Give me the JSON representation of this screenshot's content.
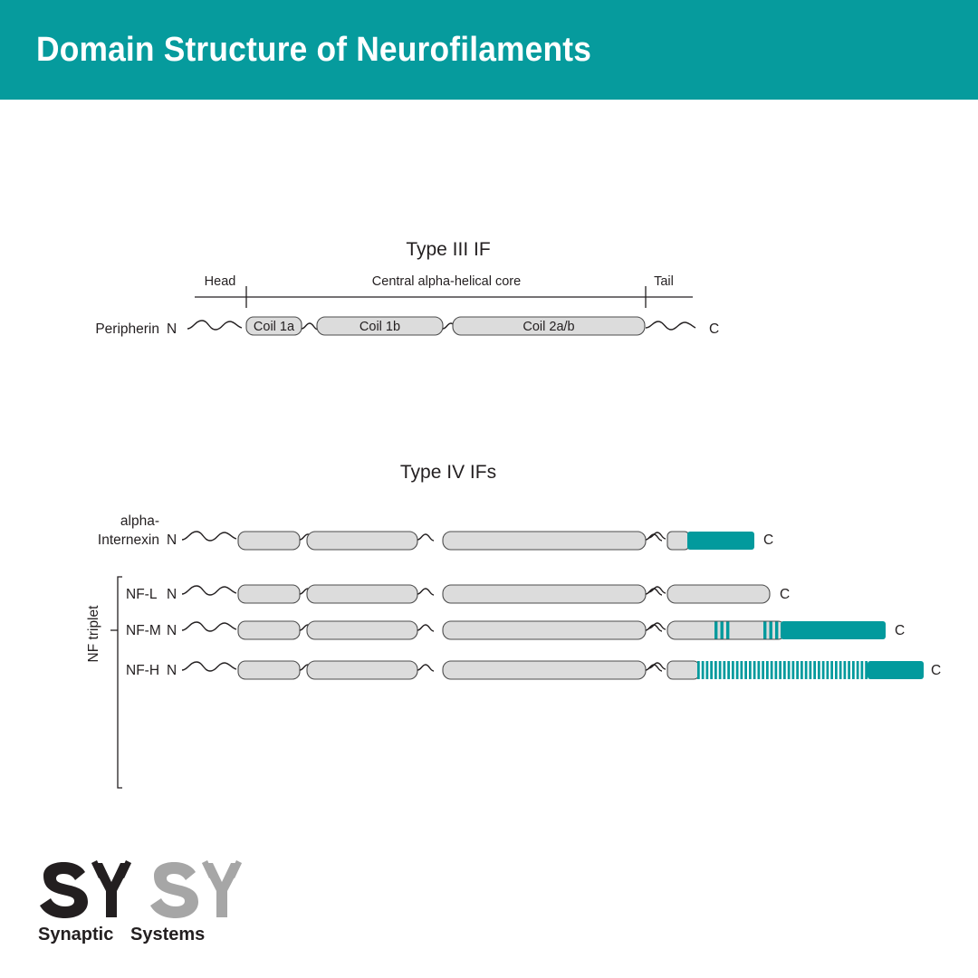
{
  "header": {
    "title": "Domain Structure of Neurofilaments",
    "background_color": "#069b9d",
    "text_color": "#ffffff"
  },
  "colors": {
    "teal": "#029a9d",
    "coil_fill": "#dcdcdc",
    "coil_stroke": "#4d4d4d",
    "ink": "#231f20",
    "logo_gray": "#a6a6a6"
  },
  "sections": {
    "type3": {
      "title": "Type III IF",
      "regions": {
        "head": "Head",
        "core": "Central alpha-helical core",
        "tail": "Tail"
      },
      "row": {
        "label": "Peripherin",
        "n_terminus": "N",
        "c_terminus": "C",
        "coils": [
          {
            "label": "Coil 1a"
          },
          {
            "label": "Coil 1b"
          },
          {
            "label": "Coil 2a/b"
          }
        ]
      }
    },
    "type4": {
      "title": "Type IV IFs",
      "bracket_label": "NF triplet",
      "rows": [
        {
          "label_line1": "alpha-",
          "label_line2": "Internexin",
          "n_terminus": "N",
          "c_terminus": "C",
          "tail_type": "gray-stub-then-teal"
        },
        {
          "label_line1": "NF-L",
          "label_line2": "",
          "n_terminus": "N",
          "c_terminus": "C",
          "tail_type": "gray-only"
        },
        {
          "label_line1": "NF-M",
          "label_line2": "",
          "n_terminus": "N",
          "c_terminus": "C",
          "tail_type": "gray-with-two-stripe-groups-then-teal",
          "stripe_groups": 2,
          "stripes_per_group": 3
        },
        {
          "label_line1": "NF-H",
          "label_line2": "",
          "n_terminus": "N",
          "c_terminus": "C",
          "tail_type": "gray-stub-then-dense-stripes-then-teal",
          "stripe_count": 40
        }
      ]
    }
  },
  "logo": {
    "mark_left": "SY",
    "mark_right": "SY",
    "word_left": "Synaptic",
    "word_right": "Systems"
  }
}
